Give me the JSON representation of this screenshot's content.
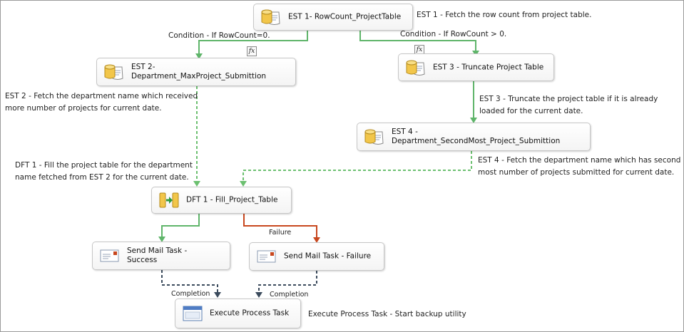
{
  "tasks": {
    "est1": "EST 1- RowCount_ProjectTable",
    "est2": "EST 2-\nDepartment_MaxProject_Submittion",
    "est3": "EST 3 - Truncate Project Table",
    "est4": "EST 4 - Department_SecondMost_Project_Submittion",
    "dft1": "DFT 1 - Fill_Project_Table",
    "mail_success": "Send Mail Task -\nSuccess",
    "mail_failure": "Send Mail Task - Failure",
    "exec_process": "Execute Process Task"
  },
  "annotations": {
    "est1": "EST 1 - Fetch the row count from project table.",
    "est2": "EST 2 - Fetch the department name which received\nmore number of projects for current date.",
    "est3": "EST 3 - Truncate the project table if it is already\nloaded for the current date.",
    "est4": "EST 4 - Fetch the department name which has second\nmost number of projects submitted for current date.",
    "dft1": "DFT 1 - Fill the project table for the department\nname fetched from EST 2 for the current date.",
    "exec": "Execute Process Task - Start backup utility"
  },
  "conditions": {
    "left": "Condition - If RowCount=0.",
    "right": "Condition - If RowCount > 0."
  },
  "constraint_labels": {
    "failure": "Failure",
    "completion_left": "Completion",
    "completion_right": "Completion"
  },
  "expression_marker": "fx",
  "icons": {
    "sql": "sql-task-icon",
    "dataflow": "data-flow-task-icon",
    "mail": "send-mail-task-icon",
    "process": "execute-process-task-icon",
    "expression": "expression-icon"
  },
  "colors": {
    "success": "#5fb56a",
    "failure": "#c8471e",
    "completion": "#3a4a5c",
    "dashed_green": "#6cc070"
  }
}
